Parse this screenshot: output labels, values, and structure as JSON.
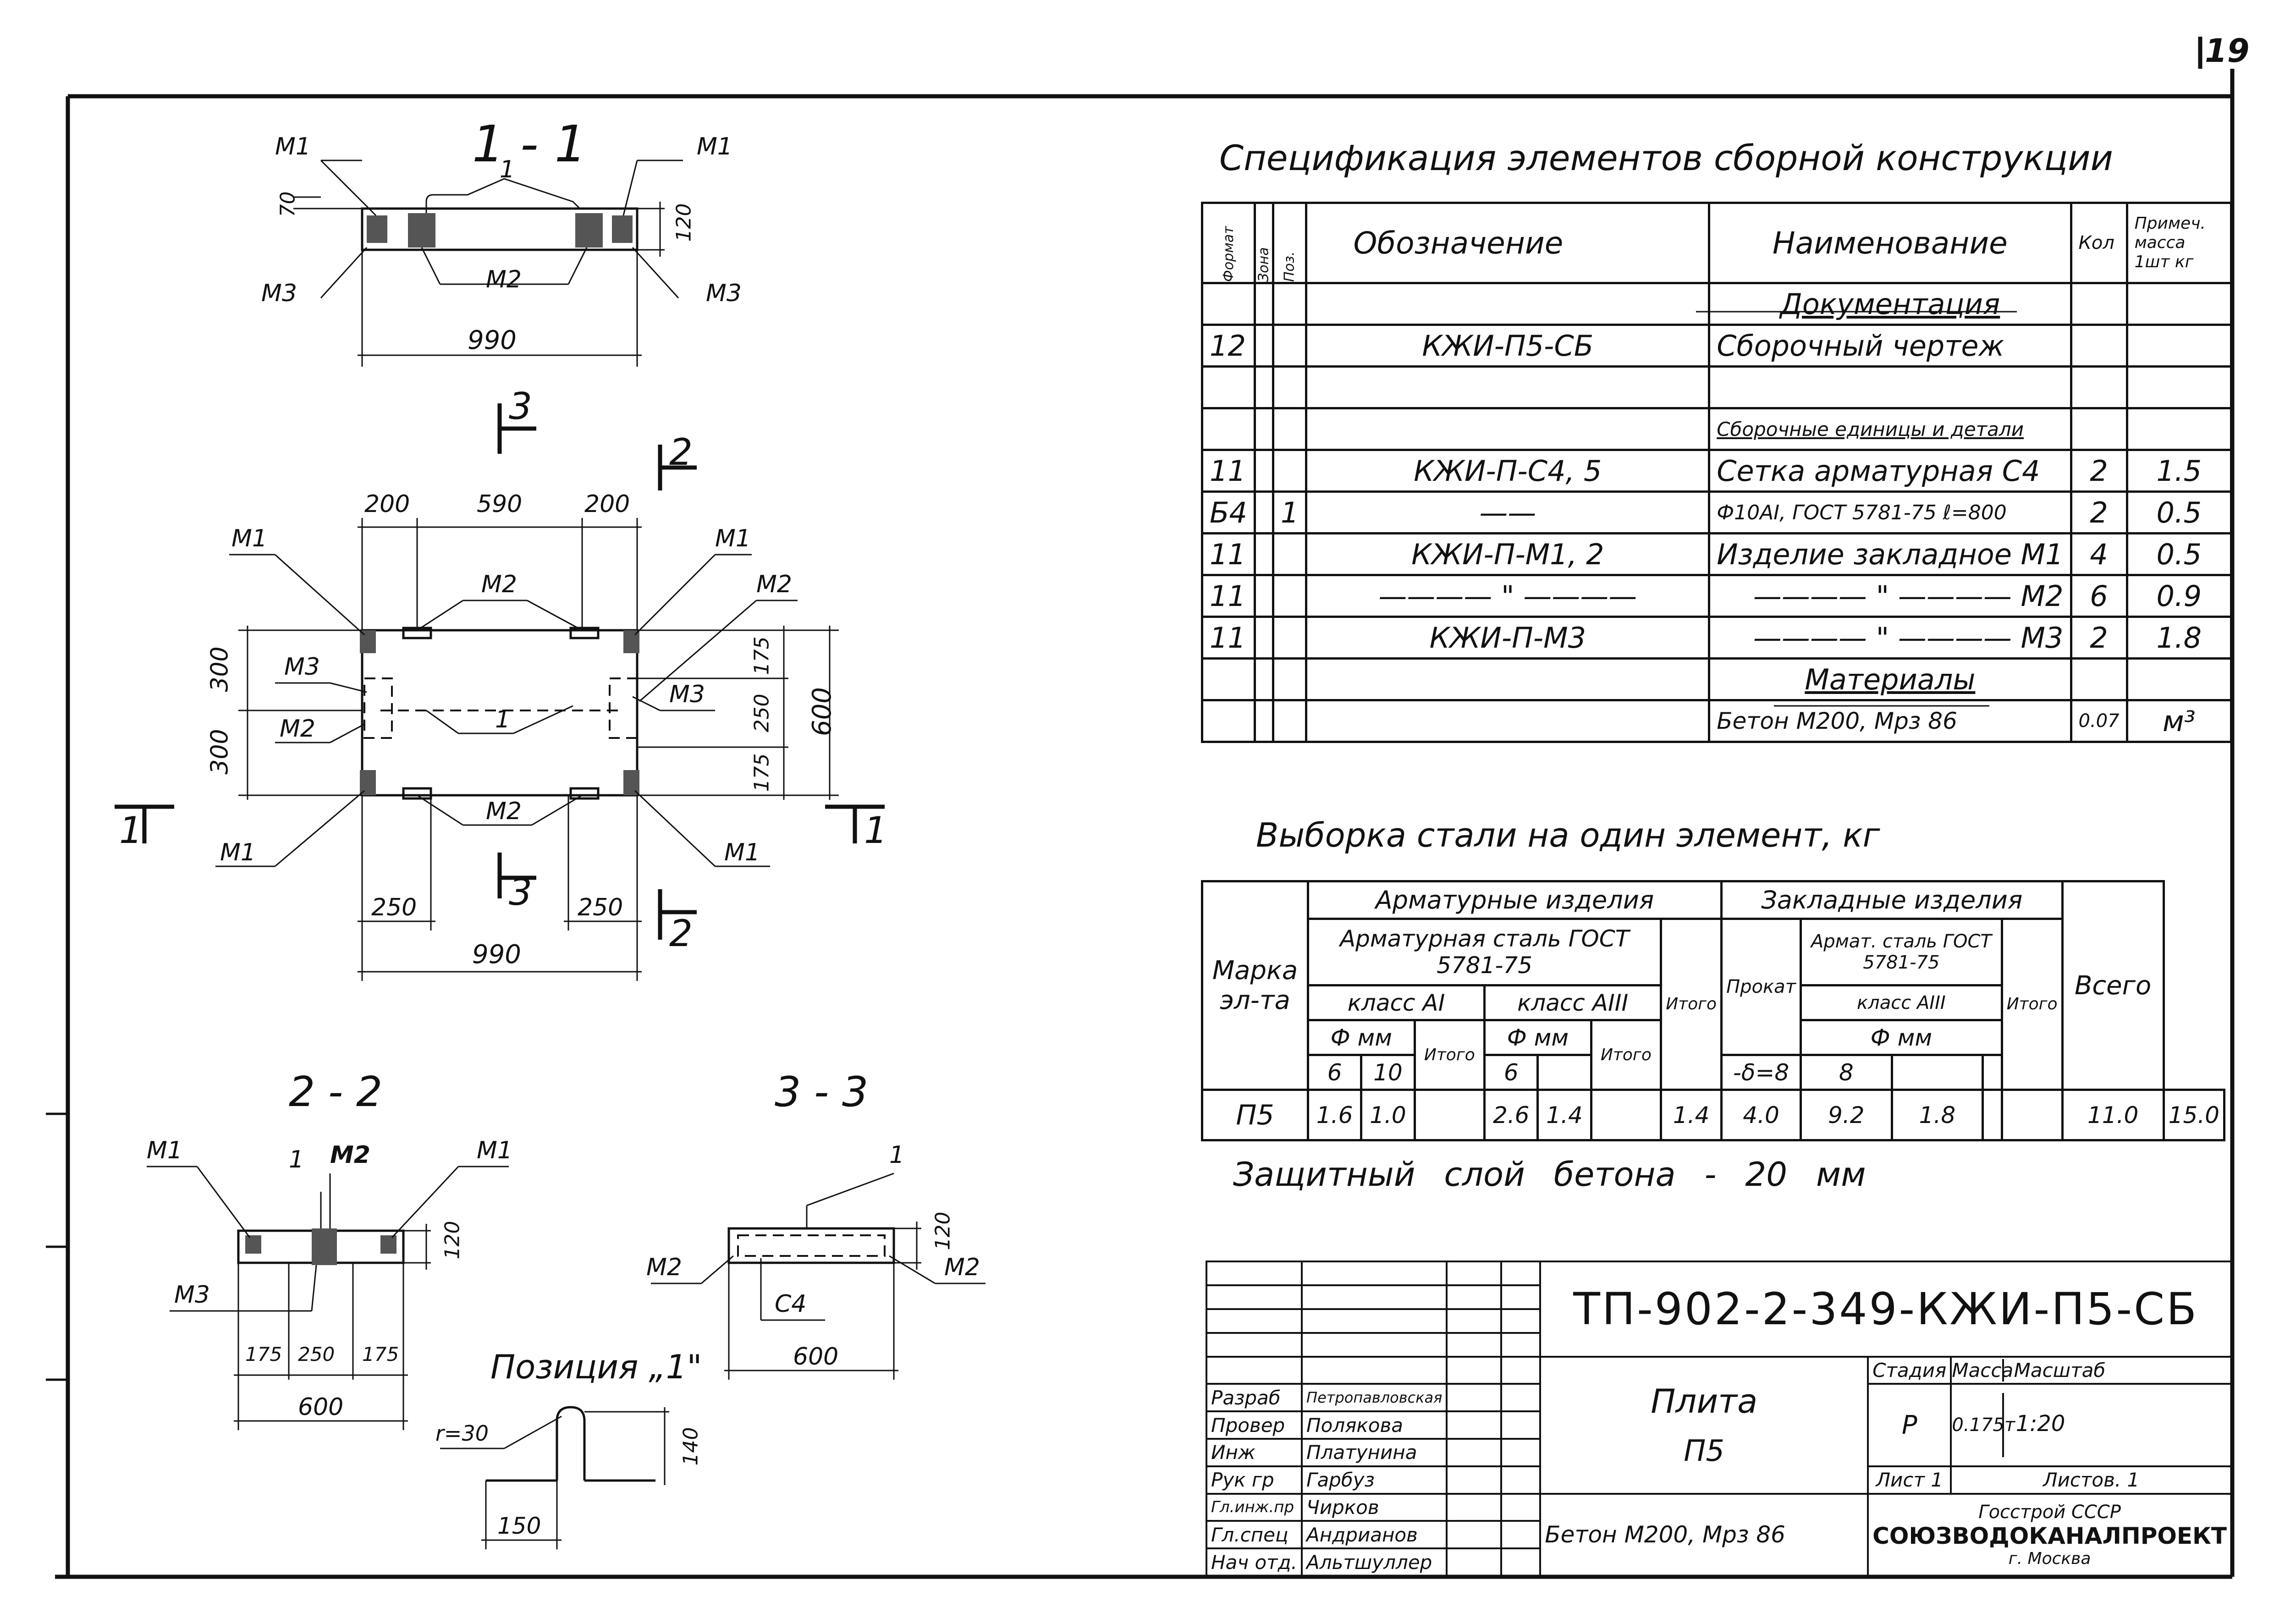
{
  "sheet_number": "19",
  "drawings": {
    "section_1_1": {
      "title": "1 - 1",
      "labels": {
        "m1_left": "M1",
        "m1_right": "M1",
        "m3_left": "M3",
        "m3_right": "M3",
        "m2": "M2",
        "pos": "1"
      },
      "dims": {
        "d70": "70",
        "d120": "120",
        "d990": "990"
      }
    },
    "plan": {
      "dims": {
        "top_left": "200",
        "top_mid": "590",
        "top_right": "200",
        "left_top": "300",
        "left_bottom": "300",
        "right_175a": "175",
        "right_250": "250",
        "right_175b": "175",
        "right_600": "600",
        "bottom_250a": "250",
        "bottom_250b": "250",
        "bottom_990": "990"
      },
      "labels": {
        "m1_tl": "M1",
        "m1_tr": "M1",
        "m1_bl": "M1",
        "m1_br": "M1",
        "m2_top": "M2",
        "m2_right": "M2",
        "m2_left": "M2",
        "m2_bottom": "M2",
        "m3_left": "M3",
        "m3_right": "M3",
        "pos": "1"
      },
      "cuts": {
        "c3_top": "3",
        "c2_top": "2",
        "c3_bottom": "3",
        "c2_bottom": "2",
        "c1_left": "1",
        "c1_right": "1"
      }
    },
    "section_2_2": {
      "title": "2 - 2",
      "labels": {
        "m1_left": "M1",
        "m1_right": "M1",
        "pos": "1",
        "m2": "M2",
        "m3": "M3"
      },
      "dims": {
        "d120": "120",
        "d175a": "175",
        "d250": "250",
        "d175b": "175",
        "d600": "600"
      }
    },
    "section_3_3": {
      "title": "3 - 3",
      "labels": {
        "pos": "1",
        "m2_left": "M2",
        "m2_right": "M2",
        "c4": "C4"
      },
      "dims": {
        "d120": "120",
        "d600": "600"
      }
    },
    "position_1": {
      "title": "Позиция „1\"",
      "dims": {
        "r": "r=30",
        "d140": "140",
        "d150": "150"
      }
    }
  },
  "spec": {
    "title": "Спецификация элементов сборной конструкции",
    "headers": {
      "format": "Формат",
      "zone": "Зона",
      "pos": "Поз.",
      "designation": "Обозначение",
      "name": "Наименование",
      "qty": "Кол",
      "mass": "Примеч. масса 1шт кг"
    },
    "rows": [
      {
        "format": "",
        "zone": "",
        "pos": "",
        "designation": "",
        "name": "Документация",
        "qty": "",
        "mass": ""
      },
      {
        "format": "12",
        "zone": "",
        "pos": "",
        "designation": "КЖИ-П5-СБ",
        "name": "Сборочный чертеж",
        "qty": "",
        "mass": ""
      },
      {
        "format": "",
        "zone": "",
        "pos": "",
        "designation": "",
        "name": "",
        "qty": "",
        "mass": ""
      },
      {
        "format": "",
        "zone": "",
        "pos": "",
        "designation": "",
        "name": "Сборочные единицы и детали",
        "qty": "",
        "mass": ""
      },
      {
        "format": "11",
        "zone": "",
        "pos": "",
        "designation": "КЖИ-П-С4, 5",
        "name": "Сетка арматурная С4",
        "qty": "2",
        "mass": "1.5"
      },
      {
        "format": "Б4",
        "zone": "",
        "pos": "1",
        "designation": "——",
        "name": "Ф10АI, ГОСТ 5781-75 ℓ=800",
        "qty": "2",
        "mass": "0.5"
      },
      {
        "format": "11",
        "zone": "",
        "pos": "",
        "designation": "КЖИ-П-М1, 2",
        "name": "Изделие закладное М1",
        "qty": "4",
        "mass": "0.5"
      },
      {
        "format": "11",
        "zone": "",
        "pos": "",
        "designation": "———— \" ————",
        "name": "———— \" ———— М2",
        "qty": "6",
        "mass": "0.9"
      },
      {
        "format": "11",
        "zone": "",
        "pos": "",
        "designation": "КЖИ-П-М3",
        "name": "———— \" ———— М3",
        "qty": "2",
        "mass": "1.8"
      },
      {
        "format": "",
        "zone": "",
        "pos": "",
        "designation": "",
        "name": "Материалы",
        "qty": "",
        "mass": ""
      },
      {
        "format": "",
        "zone": "",
        "pos": "",
        "designation": "",
        "name": "Бетон М200, Мрз      86",
        "qty": "0.07",
        "mass": "м³"
      }
    ]
  },
  "steel": {
    "title": "Выборка стали на один элемент, кг",
    "h_mark": "Марка эл-та",
    "h_reinf_items": "Арматурные изделия",
    "h_reinf_steel": "Арматурная сталь ГОСТ 5781-75",
    "h_class_a1": "класс АI",
    "h_class_a3": "класс АIII",
    "h_dia": "Ф мм",
    "h_total": "Итого",
    "h_embed": "Закладные изделия",
    "h_rolled": "Прокат",
    "h_armsteel2": "Армат. сталь ГОСТ 5781-75",
    "h_class_a3b": "класс АIII",
    "h_delta": "-δ=8",
    "h_grand": "Всего",
    "d6": "6",
    "d10": "10",
    "d6b": "6",
    "d8": "8",
    "row": {
      "mark": "П5",
      "a1_6": "1.6",
      "a1_10": "1.0",
      "a1_total": "2.6",
      "a3_6": "1.4",
      "a3_total": "1.4",
      "reinf_total": "4.0",
      "rolled": "9.2",
      "e_8": "1.8",
      "e_total": "11.0",
      "grand": "15.0"
    }
  },
  "note": "Защитный слой бетона - 20 мм",
  "stamp": {
    "code": "ТП-902-2-349-КЖИ-П5-СБ",
    "roles": [
      {
        "role": "Разраб",
        "name": "Петропавловская"
      },
      {
        "role": "Провер",
        "name": "Полякова"
      },
      {
        "role": "Инж",
        "name": "Платунина"
      },
      {
        "role": "Рук гр",
        "name": "Гарбуз"
      },
      {
        "role": "Гл.инж.пр",
        "name": "Чирков"
      },
      {
        "role": "Гл.спец",
        "name": "Андрианов"
      },
      {
        "role": "Нач отд.",
        "name": "Альтшуллер"
      }
    ],
    "object_title": "Плита",
    "object_mark": "П5",
    "material": "Бетон М200, Мрз      86",
    "h_stage": "Стадия",
    "h_mass": "Масса",
    "h_scale": "Масштаб",
    "stage": "Р",
    "mass": "0.175т",
    "scale": "1:20",
    "sheet": "Лист 1",
    "sheets": "Листов. 1",
    "org1": "Госстрой СССР",
    "org2": "СОЮЗВОДОКАНАЛПРОЕКТ",
    "org3": "г. Москва"
  }
}
